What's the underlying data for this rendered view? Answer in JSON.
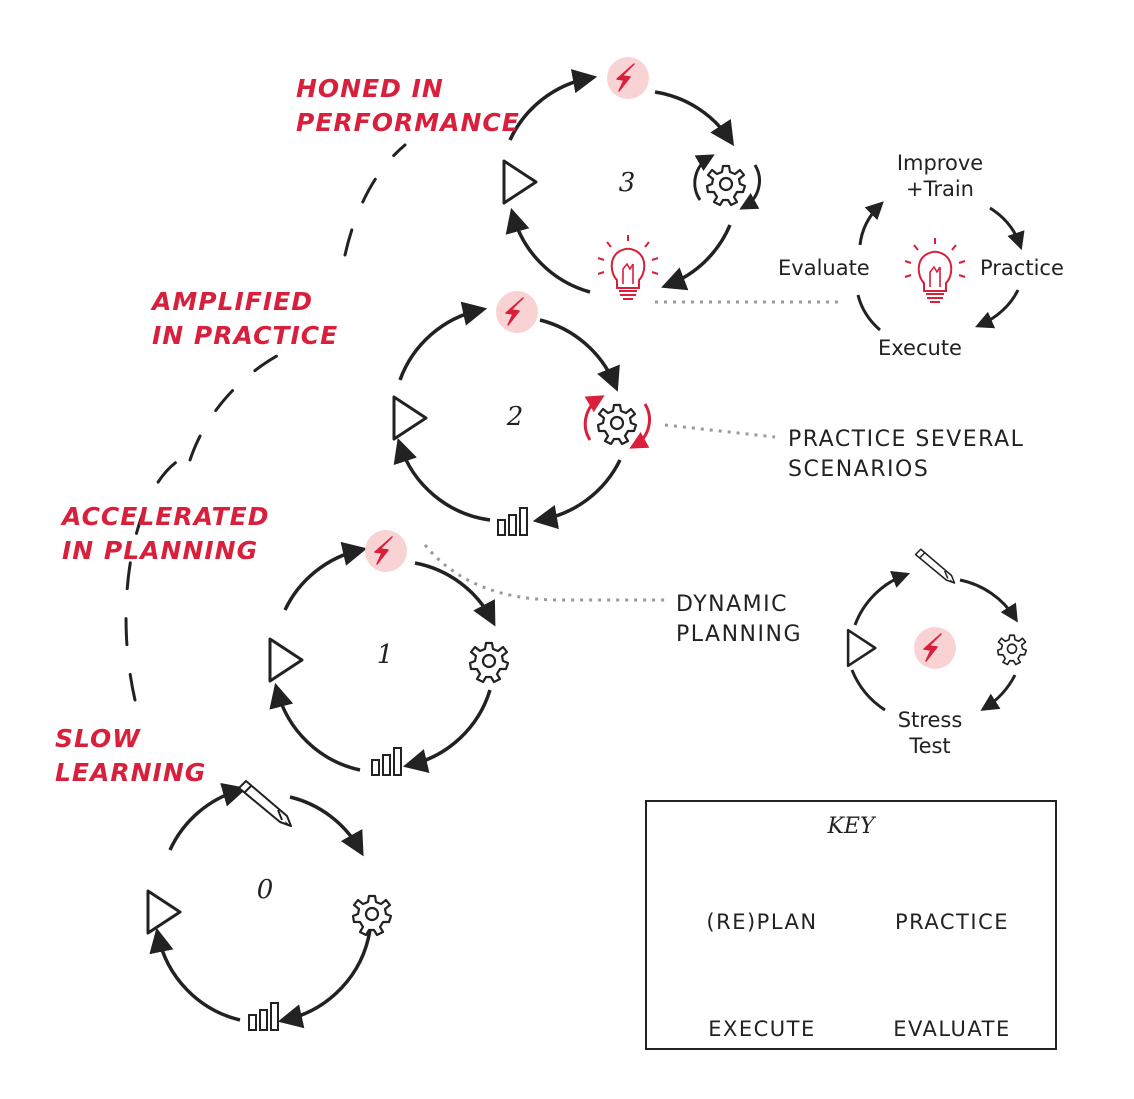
{
  "stages": [
    {
      "number": "0",
      "label": [
        "SLOW",
        "LEARNING"
      ]
    },
    {
      "number": "1",
      "label": [
        "ACCELERATED",
        "IN PLANNING"
      ]
    },
    {
      "number": "2",
      "label": [
        "AMPLIFIED",
        "IN PRACTICE"
      ]
    },
    {
      "number": "3",
      "label": [
        "HONED IN",
        "PERFORMANCE"
      ]
    }
  ],
  "notes": {
    "dynamic_planning": [
      "DYNAMIC",
      "PLANNING"
    ],
    "practice_several": [
      "PRACTICE SEVERAL",
      "SCENARIOS"
    ]
  },
  "mini_cycle_improve": {
    "top": [
      "Improve",
      "+Train"
    ],
    "right": "Practice",
    "bottom": "Execute",
    "left": "Evaluate"
  },
  "mini_cycle_stress": {
    "bottom": [
      "Stress",
      "Test"
    ]
  },
  "key": {
    "title": "KEY",
    "replan": "(RE)PLAN",
    "practice": "PRACTICE",
    "execute": "EXECUTE",
    "evaluate": "EVALUATE"
  },
  "colors": {
    "accent": "#d81f3b",
    "accent_light": "#f9d3d3",
    "ink": "#222222",
    "dotted": "#9a9a9a"
  },
  "icons": [
    "pencil-icon",
    "gear-icon",
    "play-icon",
    "bar-chart-icon",
    "lightning-icon",
    "lightbulb-icon"
  ]
}
